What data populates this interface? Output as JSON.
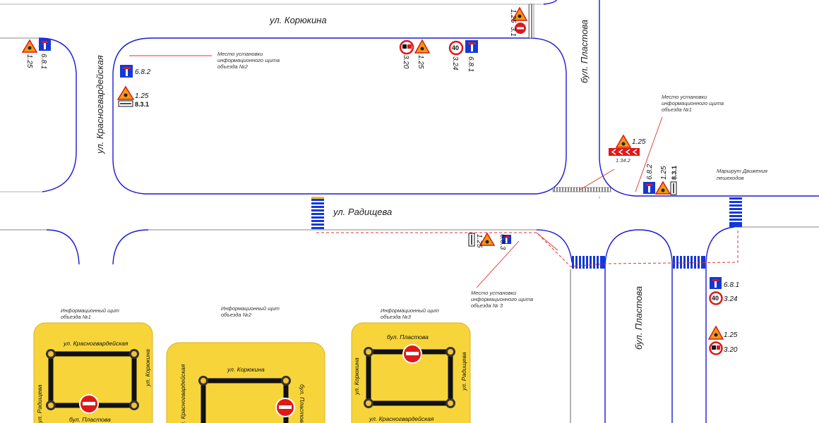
{
  "streets": {
    "koryukina": "ул. Корюкина",
    "plastova_top": "бул. Пластова",
    "krasnogvardeyskaya": "ул. Красногвардейская",
    "radishcheva": "ул. Радищева",
    "plastova_bottom": "бул. Пластова"
  },
  "notes": {
    "object2": [
      "Место установки",
      "информационного щита",
      "объезда №2"
    ],
    "object1": [
      "Место установки",
      "информационного щита",
      "объезда №1"
    ],
    "object3": [
      "Место установки",
      "информационного щита",
      "объезда № 3"
    ],
    "route": [
      "Маршрут Движения",
      "пешеходов"
    ]
  },
  "sign_codes": {
    "c125": "1.25",
    "c681": "6.8.1",
    "c682": "6.8.2",
    "c683": "6.8.3",
    "c831": "8.3.1",
    "c320": "3.20",
    "c324": "3.24",
    "c31": "3.1",
    "c1342": "1.34.2",
    "speed": "40"
  },
  "panels": {
    "p1": {
      "title": [
        "Информационный щит",
        "объезда №1"
      ],
      "top": "ул. Красногвардейская",
      "right": "ул. Корюкина",
      "left": "ул. Радищева",
      "bottom": "бул. Пластова"
    },
    "p2": {
      "title": [
        "Информационный щит",
        "объезда №2"
      ],
      "top": "ул. Корюкина",
      "left": "ул. Красногвардейская",
      "right": "бул. Пластова"
    },
    "p3": {
      "title": [
        "Информационный щит",
        "объезда №3"
      ],
      "top": "бул. Пластова",
      "left": "ул. Корюкина",
      "right": "ул. Радищева",
      "bottom": "ул. Красногвардейская"
    }
  },
  "colors": {
    "road_edge": "#1a1ad6",
    "panel_fill": "#f7d53a",
    "sign_red": "#e01818",
    "sign_blue": "#1238d8",
    "route_red": "#e03030",
    "warning_orange": "#f29a10"
  }
}
